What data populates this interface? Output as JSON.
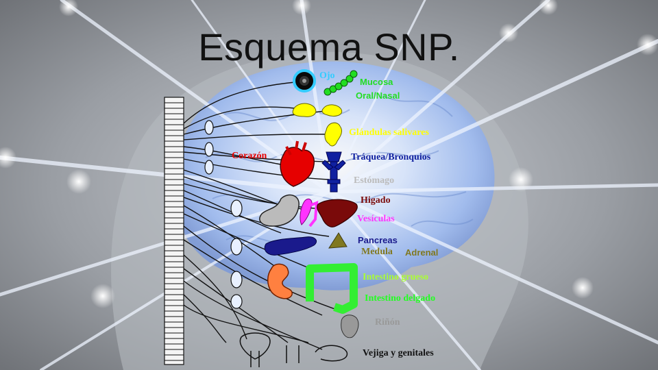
{
  "title": "Esquema SNP.",
  "labels": {
    "ojo": "Ojo",
    "mucosa": "Mucosa",
    "oral_nasal": "Oral/Nasal",
    "glandulas": "Glándulas salivares",
    "corazon": "Corazón",
    "traquea": "Tráquea/Bronquios",
    "estomago": "Estómago",
    "higado": "Higado",
    "vesiculas": "Vesículas",
    "pancreas": "Pancreas",
    "medula": "Medula",
    "adrenal": "Adrenal",
    "intestino_grueso": "Intestino grueso",
    "intestino_delgado": "Intestino delgado",
    "rinon": "Riñón",
    "vejiga": "Vejiga y genitales"
  },
  "colors": {
    "ojo": "#33ccff",
    "mucosa": "#22dd22",
    "glandulas": "#ffff00",
    "corazon": "#e60000",
    "traquea": "#1020a0",
    "estomago": "#bbbbbb",
    "higado": "#7a0a0a",
    "vesiculas": "#ff33ff",
    "pancreas": "#1a1a8c",
    "medula": "#807820",
    "intestino_grueso": "#aaff33",
    "intestino_delgado": "#22ff22",
    "rinon": "#999999",
    "vejiga": "#111111"
  },
  "icons": [
    "spinal-column-icon",
    "eye-icon",
    "mucosa-icon",
    "salivary-gland-icon",
    "heart-icon",
    "trachea-icon",
    "stomach-icon",
    "liver-icon",
    "gallbladder-icon",
    "pancreas-icon",
    "adrenal-icon",
    "small-intestine-icon",
    "large-intestine-icon",
    "kidney-icon",
    "bladder-icon"
  ]
}
